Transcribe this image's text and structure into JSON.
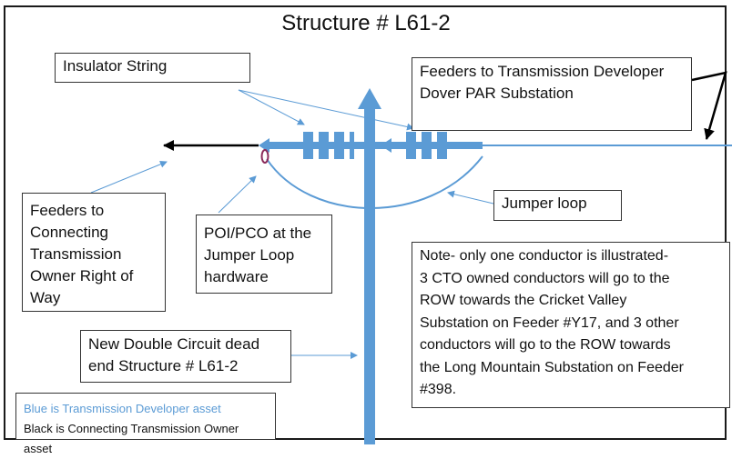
{
  "title": "Structure # L61-2",
  "labels": {
    "insulator_string": "Insulator String",
    "feeders_dover_line1": "Feeders to Transmission Developer",
    "feeders_dover_line2": "Dover PAR Substation",
    "feeders_cto": [
      "Feeders to",
      "Connecting",
      "Transmission",
      "Owner Right of",
      "Way"
    ],
    "poi_pco": [
      "POI/PCO at the",
      "Jumper Loop",
      "hardware"
    ],
    "jumper_loop": "Jumper loop",
    "new_structure": [
      "New Double Circuit dead",
      "end Structure # L61-2"
    ],
    "note": [
      "Note- only one conductor is illustrated-",
      "3 CTO owned conductors will go to the",
      "ROW towards the Cricket Valley",
      "Substation on Feeder #Y17, and 3 other",
      "conductors will go to the ROW towards",
      "the Long Mountain Substation on Feeder",
      "#398."
    ]
  },
  "legend": {
    "blue_text": "Blue is Transmission Developer asset",
    "black_text": "Black is Connecting Transmission Owner asset"
  },
  "colors": {
    "developer_asset": "#5b9bd5",
    "cto_asset": "#000000",
    "poi_marker": "#8b2a5a"
  }
}
